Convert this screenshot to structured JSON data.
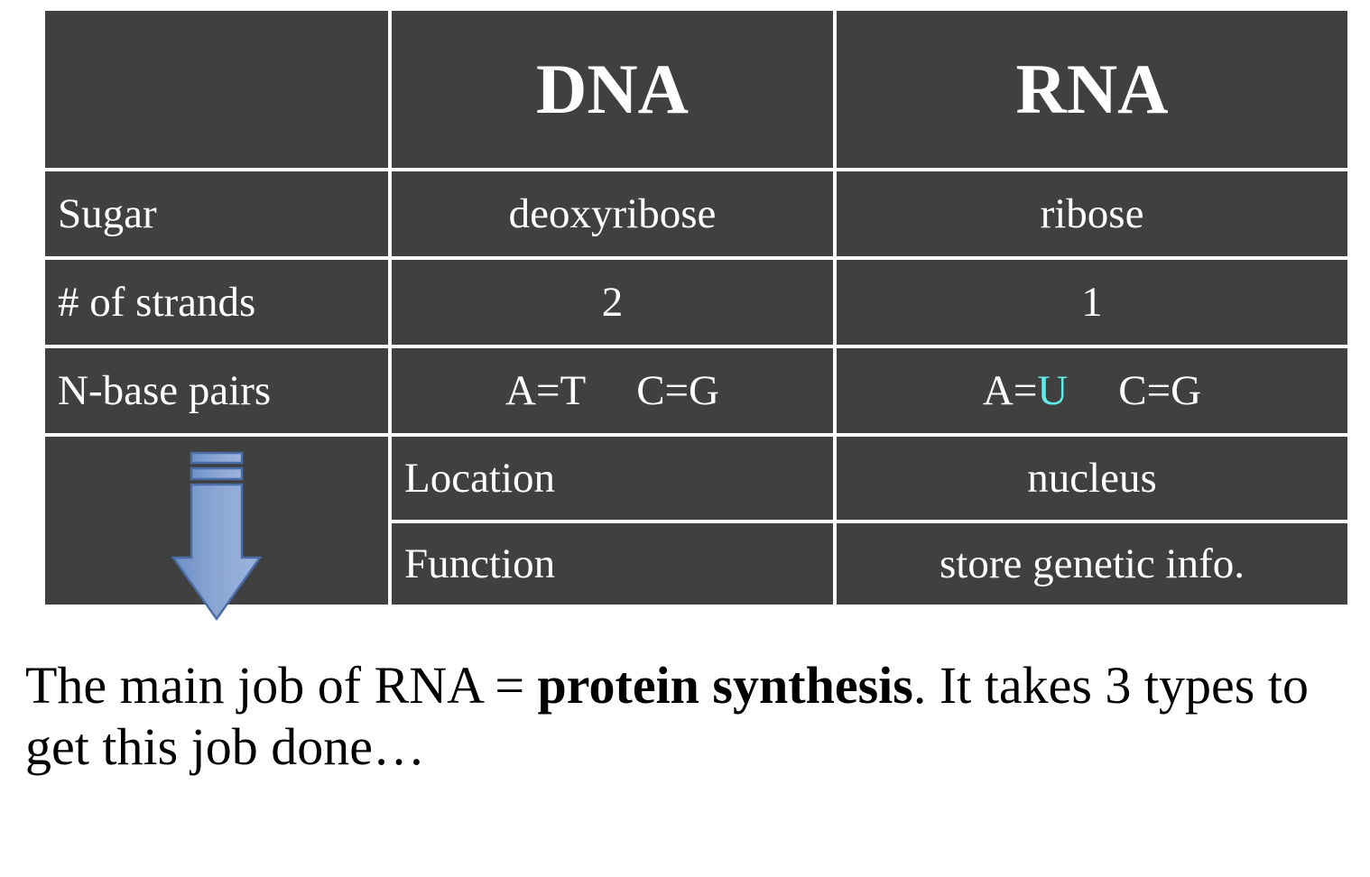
{
  "table": {
    "columns": [
      "",
      "DNA",
      "RNA"
    ],
    "header": {
      "blank": "",
      "dna": "DNA",
      "rna": "RNA"
    },
    "rows": [
      {
        "label": "Sugar",
        "dna": "deoxyribose",
        "rna": "ribose"
      },
      {
        "label": "# of strands",
        "dna": "2",
        "rna": "1"
      },
      {
        "label": "N-base pairs",
        "dna_pair1": "A=T",
        "dna_pair2": "C=G",
        "rna_pair1_left": "A=",
        "rna_pair1_right": "U",
        "rna_pair2": "C=G"
      },
      {
        "label": "Location",
        "dna": "nucleus",
        "rna": ""
      },
      {
        "label": "Function",
        "dna": "store genetic info.",
        "rna": ""
      }
    ],
    "rna_merged_cell_icon": "down-arrow-icon"
  },
  "caption": {
    "part1": "The main job of RNA = ",
    "bold": "protein synthesis",
    "part2": ".  It takes 3 types to get this job done…"
  },
  "colors": {
    "cell_background": "#404040",
    "cell_text": "#ffffff",
    "page_background": "#ffffff",
    "uracil_highlight": "#62EAEA",
    "arrow_fill_light": "#9BB4DC",
    "arrow_fill_dark": "#6E90C6",
    "arrow_outline": "#4A6DA8",
    "caption_text": "#000000"
  }
}
